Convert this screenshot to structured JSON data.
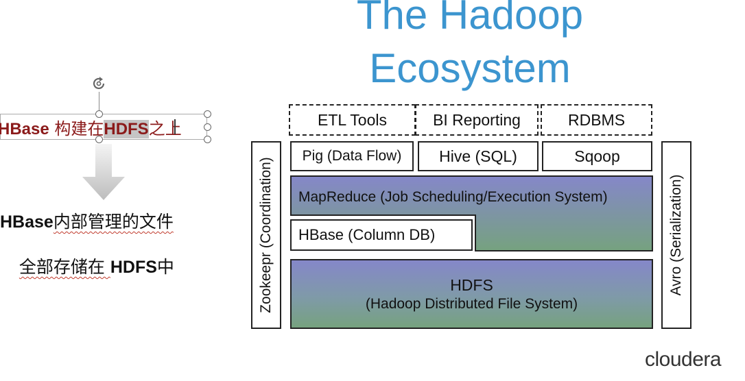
{
  "slide": {
    "title_line1": "The Hadoop",
    "title_line2": "Ecosystem",
    "brand": "cloudera"
  },
  "annotation": {
    "top_text_part1": "HBase",
    "top_text_part2": " 构建在",
    "top_text_part3": "HDFS",
    "top_text_part4": "之上",
    "bottom_line1_part1": "HBase",
    "bottom_line1_part2": "内部管理的文件",
    "bottom_line2_part1": "全部存储在 ",
    "bottom_line2_part2": "HDFS",
    "bottom_line2_part3": "中"
  },
  "ecosystem": {
    "top_row": [
      "ETL Tools",
      "BI Reporting",
      "RDBMS"
    ],
    "second_row": [
      "Pig (Data Flow)",
      "Hive (SQL)",
      "Sqoop"
    ],
    "mapreduce": "MapReduce (Job Scheduling/Execution System)",
    "hbase": "HBase (Column DB)",
    "hdfs_line1": "HDFS",
    "hdfs_line2": "(Hadoop Distributed File System)",
    "left_column": "Zookeepr (Coordination)",
    "right_column": "Avro (Serialization)"
  },
  "colors": {
    "title": "#3c95cf",
    "annotation_text": "#8b1a1a",
    "layer_gradient_top": "#8587c9",
    "layer_gradient_bottom": "#76a27f"
  }
}
